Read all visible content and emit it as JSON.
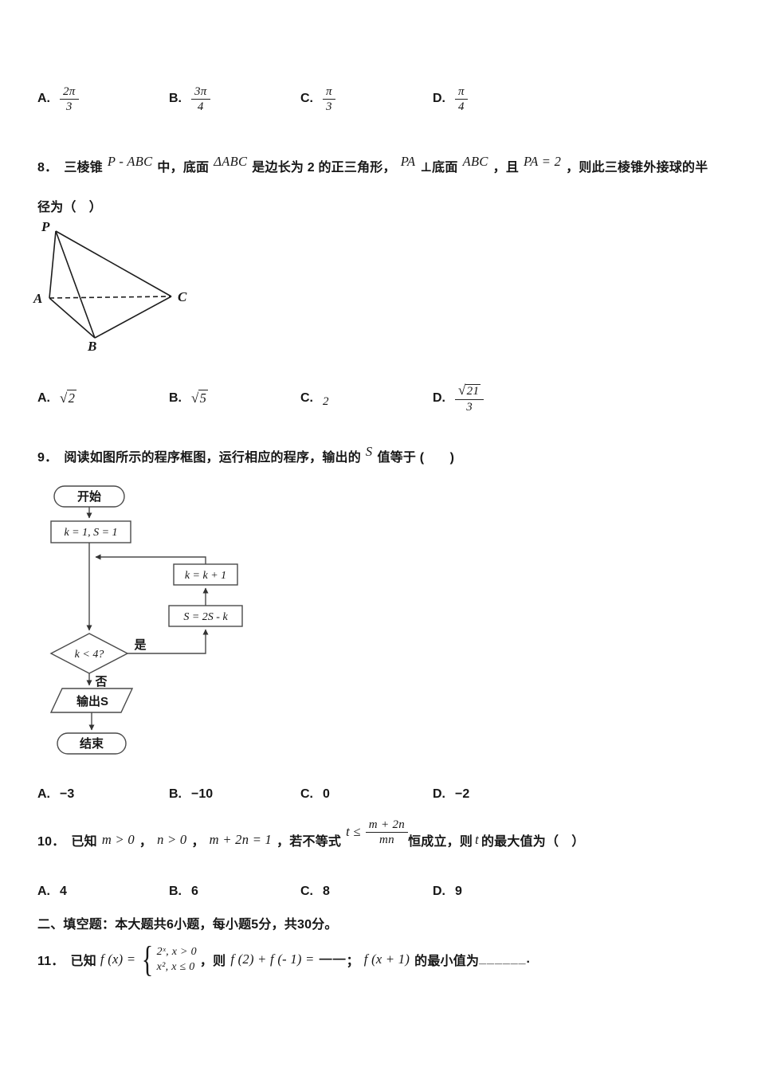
{
  "q7": {
    "options": [
      {
        "label": "A.",
        "num": "2π",
        "den": "3"
      },
      {
        "label": "B.",
        "num": "3π",
        "den": "4"
      },
      {
        "label": "C.",
        "num": "π",
        "den": "3"
      },
      {
        "label": "D.",
        "num": "π",
        "den": "4"
      }
    ]
  },
  "q8": {
    "line1": {
      "no": "8．",
      "t1": "三棱锥",
      "m1": "P - ABC",
      "t2": "中，底面",
      "m2": "ΔABC",
      "t3": "是边长为 2 的正三角形，",
      "m3": "PA",
      "t4": "⊥底面",
      "m4": "ABC",
      "t5": "，且",
      "m5": "PA = 2",
      "t6": "，则此三棱锥外接球的半"
    },
    "line2": "径为（　）",
    "figure": {
      "p": "P",
      "a": "A",
      "b": "B",
      "c": "C"
    },
    "options": [
      {
        "label": "A.",
        "value": "2"
      },
      {
        "label": "B.",
        "value": "5"
      },
      {
        "label": "C.",
        "value": "2"
      },
      {
        "label": "D.",
        "num": "21",
        "den": "3"
      }
    ]
  },
  "q9": {
    "no": "9．",
    "t1": "阅读如图所示的程序框图，运行相应的程序，输出的",
    "m1": "S",
    "t2": "值等于 (　　)",
    "flowchart": {
      "start": "开始",
      "init": "k = 1, S = 1",
      "inc": "k = k + 1",
      "update": "S = 2S - k",
      "cond": "k < 4?",
      "yes": "是",
      "no": "否",
      "output": "输出S",
      "end": "结束"
    },
    "options": [
      {
        "label": "A.",
        "value": "−3"
      },
      {
        "label": "B.",
        "value": "−10"
      },
      {
        "label": "C.",
        "value": "0"
      },
      {
        "label": "D.",
        "value": "−2"
      }
    ]
  },
  "q10": {
    "no": "10．",
    "t1": "已知",
    "m1": "m > 0",
    "c1": "，",
    "m2": "n > 0",
    "c2": "，",
    "m3": "m + 2n = 1",
    "t2": "，若不等式",
    "m4": "t ≤",
    "num": "m + 2n",
    "den": "mn",
    "t3": "恒成立，则",
    "m5": "t",
    "t4": "的最大值为（　）",
    "options": [
      {
        "label": "A.",
        "value": "4"
      },
      {
        "label": "B.",
        "value": "6"
      },
      {
        "label": "C.",
        "value": "8"
      },
      {
        "label": "D.",
        "value": "9"
      }
    ]
  },
  "section2": "二、填空题：本大题共6小题，每小题5分，共30分。",
  "q11": {
    "no": "11．",
    "t1": "已知",
    "m1": "f (x) =",
    "case1": "2ˣ, x > 0",
    "case2": "x², x ≤ 0",
    "t2": "，则",
    "m2": "f (2) + f (- 1) =",
    "blank1": "——",
    "c1": "；",
    "m3": "f (x + 1)",
    "t3": "的最小值为",
    "blank2": "______",
    "t4": "."
  }
}
